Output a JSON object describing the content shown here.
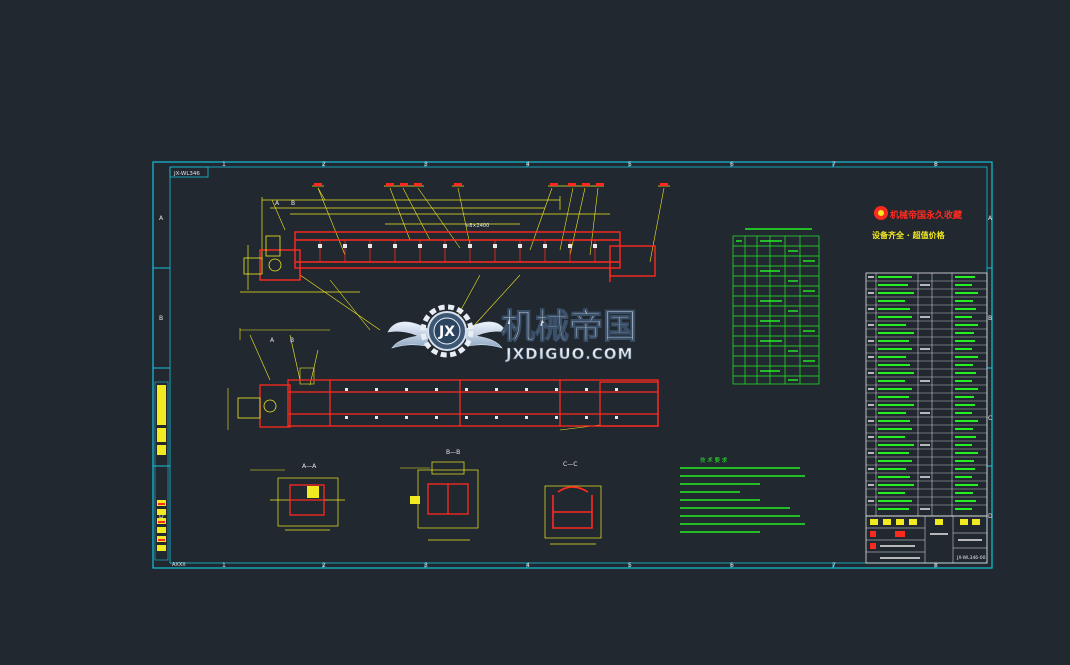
{
  "drawing": {
    "title_tag": "JX-WL346",
    "sheet_code": "AXXX",
    "columns": [
      "1",
      "2",
      "3",
      "4",
      "5",
      "6",
      "7",
      "8"
    ],
    "rows": [
      "A",
      "B",
      "C",
      "D"
    ],
    "views": {
      "section_aa": "A—A",
      "section_bb": "B—B",
      "section_cc": "C—C",
      "marker_a": "A",
      "marker_b": "B",
      "dim_label": "≈8×2400"
    },
    "notes_heading": "技 术 要 求",
    "stamp": {
      "line1": "机械帝国永久收藏",
      "line2": "设备齐全 · 超值价格"
    },
    "title_block": {
      "company": "",
      "drawing_no": "JX-WL346-00"
    },
    "colors": {
      "background": "#212830",
      "frame": "#16c1dc",
      "red": "#ff2a1f",
      "yellow": "#f2ea20",
      "green": "#24f024",
      "white": "#e8e8e8"
    }
  },
  "watermark": {
    "logo_letters": "JX",
    "title": "机械帝国",
    "url": "JXDIGUO.COM"
  }
}
